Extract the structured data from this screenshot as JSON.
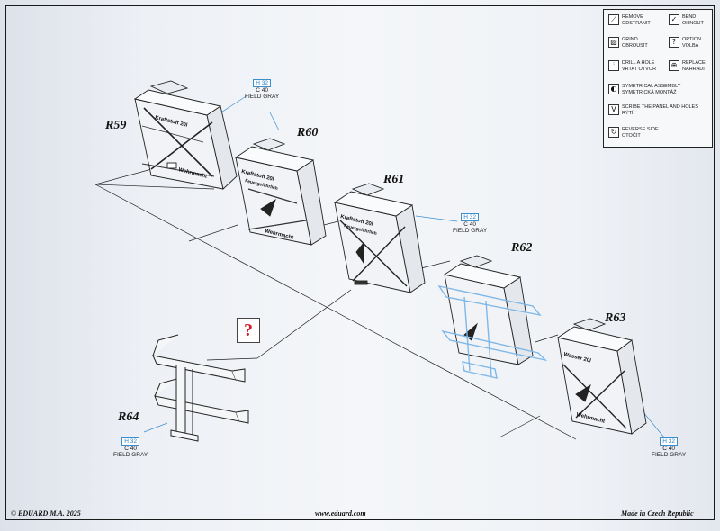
{
  "legend": {
    "items": [
      {
        "icon": "remove-icon",
        "label": "REMOVE\nODSTRANIT"
      },
      {
        "icon": "bend-icon",
        "label": "BEND\nOHNOUT"
      },
      {
        "icon": "grind-icon",
        "label": "GRIND\nOBROUSIT"
      },
      {
        "icon": "option-icon",
        "label": "OPTION\nVOLBA"
      },
      {
        "icon": "drill-icon",
        "label": "DRILL A HOLE\nVRTAT OTVOR"
      },
      {
        "icon": "replace-icon",
        "label": "REPLACE\nNAHRADIT"
      },
      {
        "icon": "symmetrical-icon",
        "label": "SYMETRICAL ASSEMBLY\nSYMETRICKÁ MONTÁŽ"
      },
      {
        "icon": "scribe-icon",
        "label": "SCRIBE THE PANEL AND HOLES\nRÝTÍ"
      },
      {
        "icon": "reverse-icon",
        "label": "REVERSE SIDE\nOTOČIT"
      }
    ]
  },
  "parts": {
    "r59": "R59",
    "r60": "R60",
    "r61": "R61",
    "r62": "R62",
    "r63": "R63",
    "r64": "R64"
  },
  "color_callout": {
    "code": "H 32",
    "name": "C 40",
    "desc": "FIELD GRAY"
  },
  "question_mark": "?",
  "can_markings": {
    "fuel_line1": "Kraftstoff 20l",
    "fuel_line2": "Feuergefährlich",
    "wehrmacht": "Wehrmacht",
    "water": "Wasser 20l"
  },
  "footer": {
    "left": "© EDUARD  M.A. 2025",
    "center": "www.eduard.com",
    "right": "Made in Czech Republic"
  },
  "colors": {
    "callout_blue": "#2a7fc4",
    "question_red": "#d0202a",
    "bracket_blue": "#7fb8e8"
  }
}
